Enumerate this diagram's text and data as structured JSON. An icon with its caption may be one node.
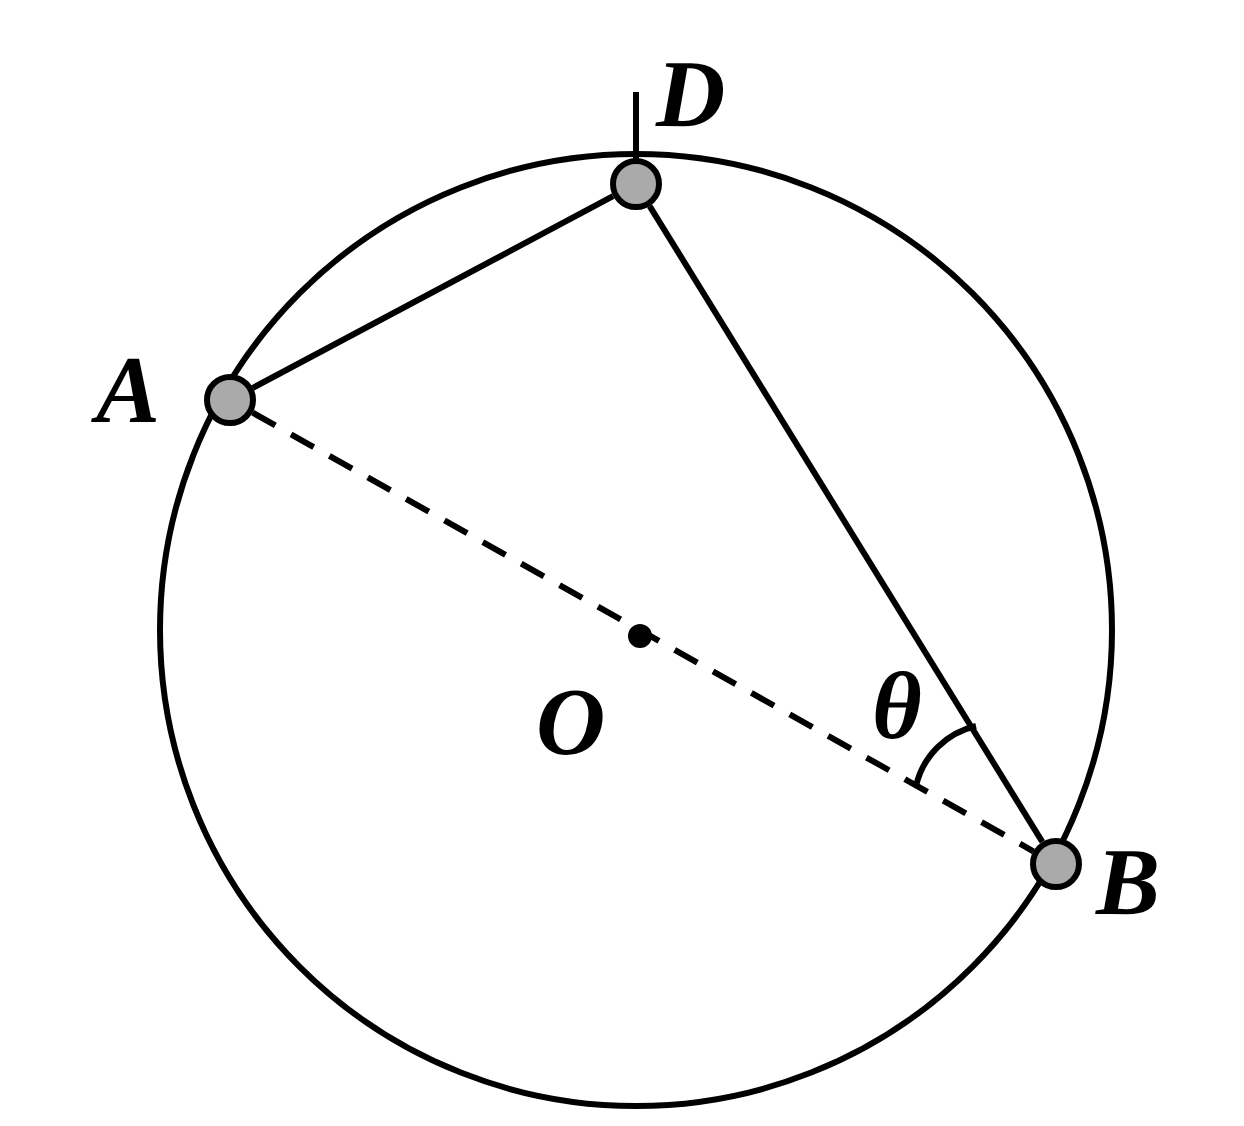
{
  "diagram": {
    "nodes": [
      {
        "text": [],
        "shape": "circle",
        "beside": [
          "A"
        ]
      },
      {
        "text": [],
        "shape": "circle",
        "beside": [
          "D"
        ]
      },
      {
        "text": [],
        "shape": "circle",
        "beside": [
          "O"
        ]
      },
      {
        "text": [],
        "shape": "circle",
        "beside": [
          "B"
        ]
      }
    ],
    "edges": [
      {
        "from": 0,
        "to": 1,
        "arrow": "none"
      },
      {
        "from": 1,
        "to": 3,
        "arrow": "none"
      },
      {
        "from": 0,
        "to": 3,
        "arrow": "none",
        "style": "dashed"
      }
    ],
    "labels": [
      "θ"
    ]
  }
}
